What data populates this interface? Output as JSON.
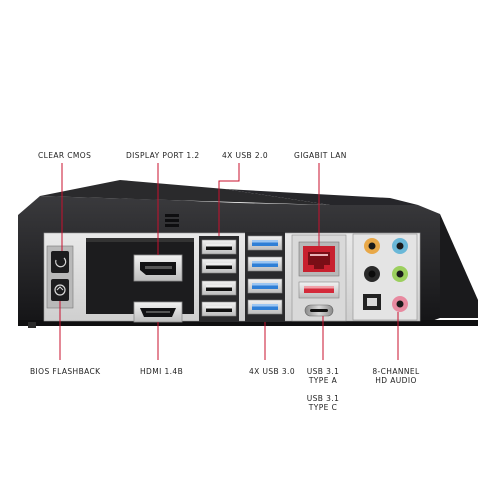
{
  "labels_top": {
    "clear_cmos": "CLEAR CMOS",
    "display_port": "DISPLAY PORT 1.2",
    "usb20": "4X USB 2.0",
    "gigabit_lan": "GIGABIT LAN"
  },
  "labels_bottom": {
    "bios_flashback": "BIOS FLASHBACK",
    "hdmi": "HDMI 1.4B",
    "usb30": "4X USB 3.0",
    "usb31a_line1": "USB 3.1",
    "usb31a_line2": "TYPE A",
    "usb31c_line1": "USB 3.1",
    "usb31c_line2": "TYPE C",
    "audio_line1": "8-CHANNEL",
    "audio_line2": "HD AUDIO"
  },
  "colors": {
    "callout_line": "#c8102e",
    "usb30_blue": "#2f7fd6",
    "usb31_red": "#d42a3a",
    "lan_red": "#c8202e",
    "body_dark": "#1e1e20"
  }
}
